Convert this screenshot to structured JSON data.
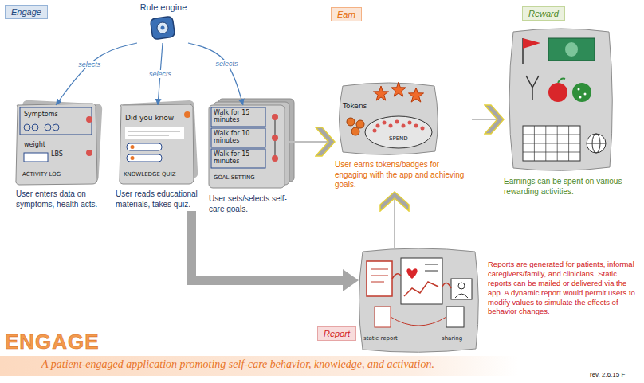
{
  "diagram": {
    "title": "ENGAGE",
    "caption": "A patient-engaged application promoting self-care behavior, knowledge, and activation.",
    "nodes": [
      {
        "text": [
          "Engage"
        ]
      },
      {
        "text": [
          "Rule engine"
        ]
      },
      {
        "text": [
          "Earn"
        ]
      },
      {
        "text": [
          "Reward"
        ]
      },
      {
        "text": [
          "Symptoms",
          "weight",
          "LBS",
          "ACTIVITY LOG",
          "User enters data on symptoms, health acts."
        ]
      },
      {
        "text": [
          "Did you know",
          "KNOWLEDGE QUIZ",
          "User reads educational materials, takes quiz."
        ]
      },
      {
        "text": [
          "Walk for 15 minutes",
          "Walk for 10 minutes",
          "Walk for 15 minutes",
          "GOAL SETTING",
          "User sets/selects self-care goals."
        ]
      },
      {
        "text": [
          "Tokens",
          "SPEND",
          "User earns tokens/badges for engaging with the app and achieving goals."
        ]
      },
      {
        "text": [
          "Earnings can be spent on various rewarding activities."
        ]
      },
      {
        "text": [
          "static report",
          "sharing",
          "Reports are generated for patients, informal caregivers/family, and clinicians. Static reports can be mailed or delivered via the app. A dynamic report would permit users to modify values to simulate the effects of behavior changes."
        ]
      },
      {
        "text": [
          "Report"
        ]
      }
    ],
    "edges": [
      {
        "from": 1,
        "to": 4,
        "label": "selects",
        "arrow": "to"
      },
      {
        "from": 1,
        "to": 5,
        "label": "selects",
        "arrow": "to"
      },
      {
        "from": 1,
        "to": 6,
        "label": "selects",
        "arrow": "to"
      },
      {
        "from": 6,
        "to": 7,
        "arrow": "to"
      },
      {
        "from": 7,
        "to": 8,
        "arrow": "to"
      },
      {
        "from": 5,
        "to": 9,
        "arrow": "to"
      },
      {
        "from": 9,
        "to": 7,
        "arrow": "to"
      }
    ],
    "labels": [
      "rev. 2.6.15 F"
    ]
  }
}
